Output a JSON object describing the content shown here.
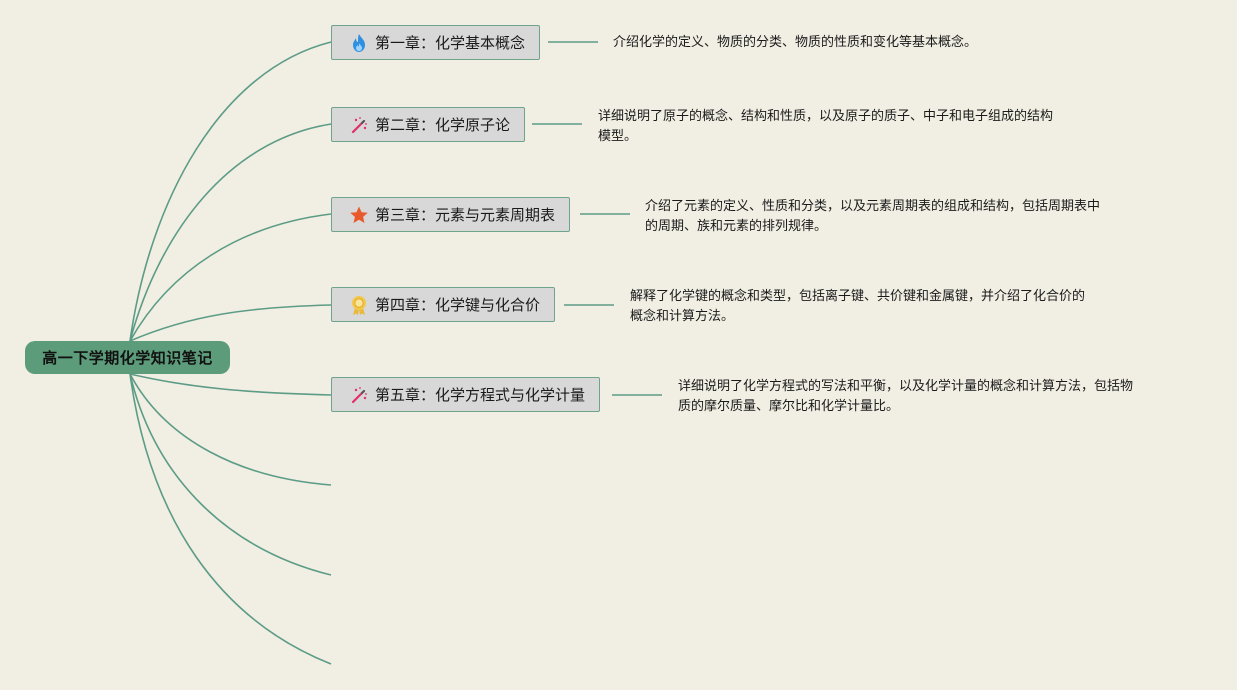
{
  "root": {
    "label": "高一下学期化学知识笔记"
  },
  "colors": {
    "background": "#f1eee3",
    "branch": "#5c9c86",
    "root_fill": "#5c9c7b",
    "topic_fill": "#d8d8d8"
  },
  "chapters": [
    {
      "icon": "flame-icon",
      "title": "第一章：化学基本概念",
      "note": {
        "line1": "介绍化学的定义、物质的分类、物质的性质和变化等基本概念。",
        "line2": ""
      }
    },
    {
      "icon": "magic-wand-icon",
      "title": "第二章：化学原子论",
      "note": {
        "line1": "详细说明了原子的概念、结构和性质，以及原子的质子、中子和电子组成的结构",
        "line2": "模型。"
      }
    },
    {
      "icon": "star-icon",
      "title": "第三章：元素与元素周期表",
      "note": {
        "line1": "介绍了元素的定义、性质和分类，以及元素周期表的组成和结构，包括周期表中",
        "line2": "的周期、族和元素的排列规律。"
      }
    },
    {
      "icon": "award-ribbon-icon",
      "title": "第四章：化学键与化合价",
      "note": {
        "line1": "解释了化学键的概念和类型，包括离子键、共价键和金属键，并介绍了化合价的",
        "line2": "概念和计算方法。"
      }
    },
    {
      "icon": "magic-wand-icon",
      "title": "第五章：化学方程式与化学计量",
      "note": {
        "line1": "详细说明了化学方程式的写法和平衡，以及化学计量的概念和计算方法，包括物",
        "line2": "质的摩尔质量、摩尔比和化学计量比。"
      }
    }
  ]
}
